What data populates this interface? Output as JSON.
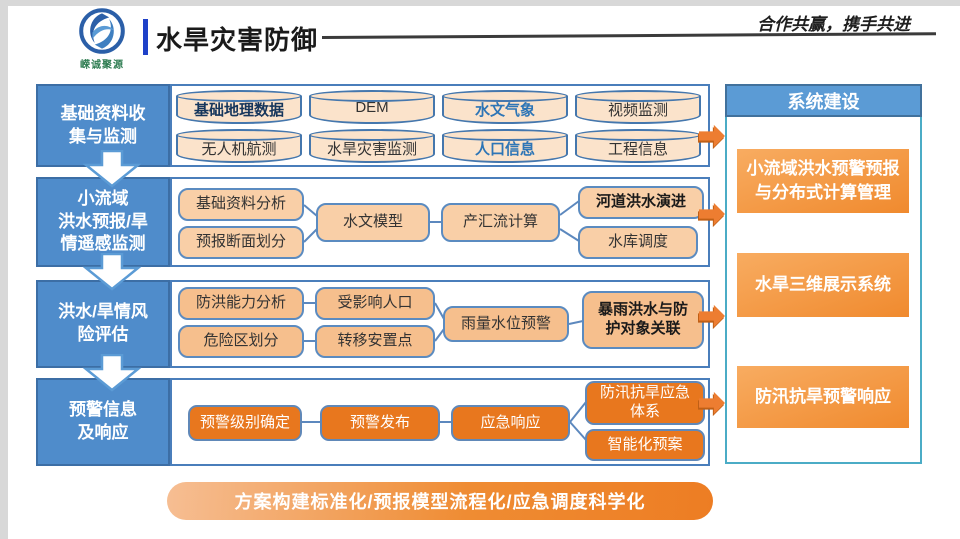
{
  "header": {
    "logo_caption": "嵘诚聚源",
    "title": "水旱灾害防御",
    "slogan": "合作共赢，携手共进"
  },
  "flow": {
    "sections": [
      {
        "label": "基础资料收\n集与监测",
        "cylinders": [
          {
            "label": "基础地理数据"
          },
          {
            "label": "DEM"
          },
          {
            "label": "水文气象"
          },
          {
            "label": "视频监测"
          },
          {
            "label": "无人机航测"
          },
          {
            "label": "水旱灾害监测"
          },
          {
            "label": "人口信息"
          },
          {
            "label": "工程信息"
          }
        ]
      },
      {
        "label": "小流域\n洪水预报/旱\n情遥感监测",
        "boxes": [
          "基础资料分析",
          "预报断面划分",
          "水文模型",
          "产汇流计算",
          "河道洪水演进",
          "水库调度"
        ]
      },
      {
        "label": "洪水/旱情风\n险评估",
        "boxes": [
          "防洪能力分析",
          "危险区划分",
          "受影响人口",
          "转移安置点",
          "雨量水位预警",
          "暴雨洪水与防\n护对象关联"
        ]
      },
      {
        "label": "预警信息\n及响应",
        "boxes": [
          "预警级别确定",
          "预警发布",
          "应急响应",
          "防汛抗旱应急\n体系",
          "智能化预案"
        ]
      }
    ]
  },
  "system_panel": {
    "title": "系统建设",
    "items": [
      "小流域洪水预警预报\n与分布式计算管理",
      "水旱三维展示系统",
      "防汛抗旱预警响应"
    ]
  },
  "footer": {
    "banner": "方案构建标准化/预报模型流程化/应急调度科学化"
  },
  "colors": {
    "stage_blue": "#4f8ccb",
    "container_border": "#4a7ebb",
    "cylinder_fill": "#fbe3cb",
    "flow_box_fill": "#f9cfa7",
    "risk_box_fill": "#f6bf8d",
    "alert_box_fill": "#e8771e",
    "arrow_orange": "#ed7d31",
    "panel_border": "#4bacc6",
    "accent_blue_text": "#2e75b6"
  }
}
